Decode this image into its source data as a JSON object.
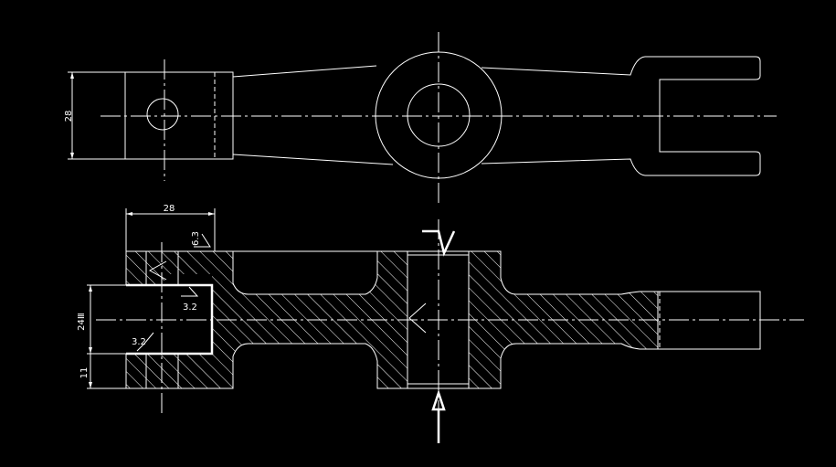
{
  "top_view": {
    "dim_height": "28"
  },
  "section_view": {
    "dim_width_top": "28",
    "roughness_top": "6.3",
    "roughness_bore_top": "3.2",
    "roughness_bore_bottom": "3.2",
    "dim_bore": "24Ⅲ",
    "dim_lower": "11"
  }
}
